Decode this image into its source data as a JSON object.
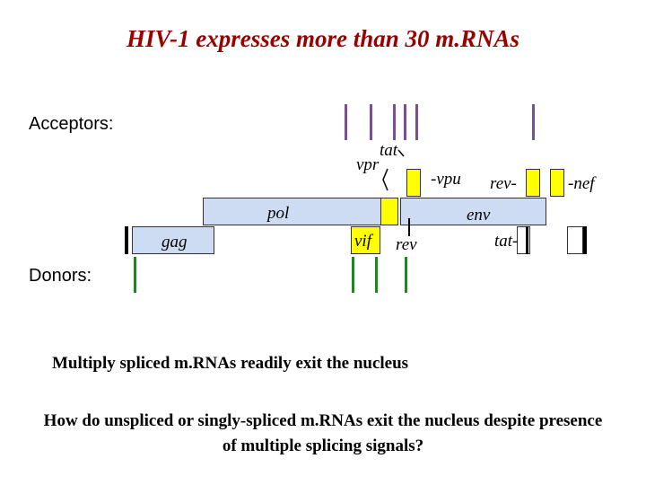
{
  "title": "HIV-1 expresses more than 30 m.RNAs",
  "labels": {
    "acceptors": "Acceptors:",
    "donors": "Donors:"
  },
  "genes": {
    "tat_top": "tat",
    "vpr": "vpr",
    "vpu": "-vpu",
    "rev_top": "rev-",
    "nef": "-nef",
    "pol": "pol",
    "env": "env",
    "gag": "gag",
    "vif": "vif",
    "rev_bottom": "rev",
    "tat_bottom": "tat-"
  },
  "notes": {
    "multiply": "Multiply spliced m.RNAs readily exit the nucleus",
    "question": "How do unspliced or singly-spliced m.RNAs exit the nucleus despite presence of multiple splicing signals?"
  },
  "colors": {
    "title": "#990000",
    "acceptor": "#7b4f8e",
    "donor": "#1a8a1a",
    "gene_blue": "#cddcf2",
    "gene_yellow": "#ffff00"
  }
}
